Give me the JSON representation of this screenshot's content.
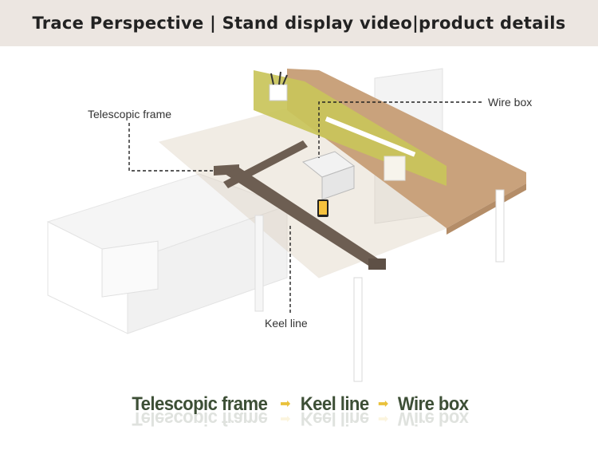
{
  "header": {
    "title": "Trace Perspective | Stand display video|product details"
  },
  "callouts": {
    "telescopic_frame": "Telescopic frame",
    "wire_box": "Wire box",
    "keel_line": "Keel line"
  },
  "flow": {
    "steps": [
      "Telescopic frame",
      "Keel line",
      "Wire box"
    ],
    "arrow_glyph": "➡"
  },
  "colors": {
    "header_bg": "#ece6e1",
    "flow_text": "#3d4f36",
    "arrow": "#e9c13a",
    "desk_wood": "#c9a27c",
    "privacy_panel": "#c9c45a",
    "frame_metal": "#6d5e52"
  }
}
